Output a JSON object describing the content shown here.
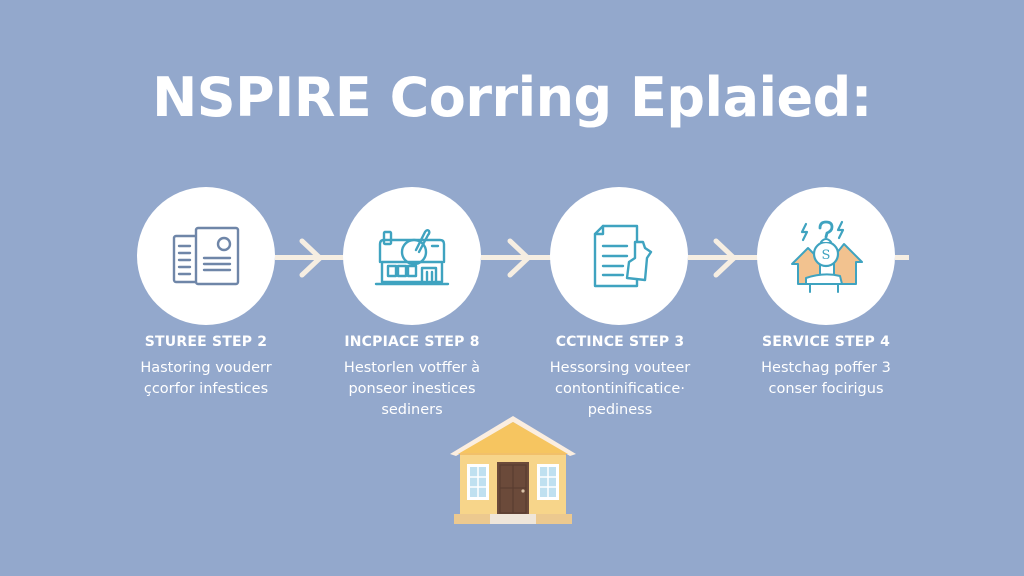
{
  "title": "NSPIRE Corring Eplaied:",
  "colors": {
    "background": "#93a8cc",
    "circle_fill": "#ffffff",
    "connector": "#f6eee2",
    "icon_stroke_gray": "#6f86a8",
    "icon_stroke_teal": "#3fa3c0",
    "icon_accent_orange": "#f2c28f",
    "house_wall": "#f7d58a",
    "house_roof": "#f6c560",
    "house_door": "#6b4a3a",
    "text": "#ffffff"
  },
  "steps": [
    {
      "icon": "document-profile-icon",
      "title": "STUREE STEP 2",
      "description": "Hastoring vouderr çcorfor infestices"
    },
    {
      "icon": "building-inspection-icon",
      "title": "INCPIACE STEP 8",
      "description": "Hestorlen votffer à ponseor inestices sediners"
    },
    {
      "icon": "documents-icon",
      "title": "CCTINCE STEP 3",
      "description": "Hessorsing vouteer contontinificatice· pediness"
    },
    {
      "icon": "house-money-question-icon",
      "title": "SERVICE STEP 4",
      "description": "Hestchag poffer 3 conser focirigus"
    }
  ],
  "bottom_illustration": "house-icon"
}
